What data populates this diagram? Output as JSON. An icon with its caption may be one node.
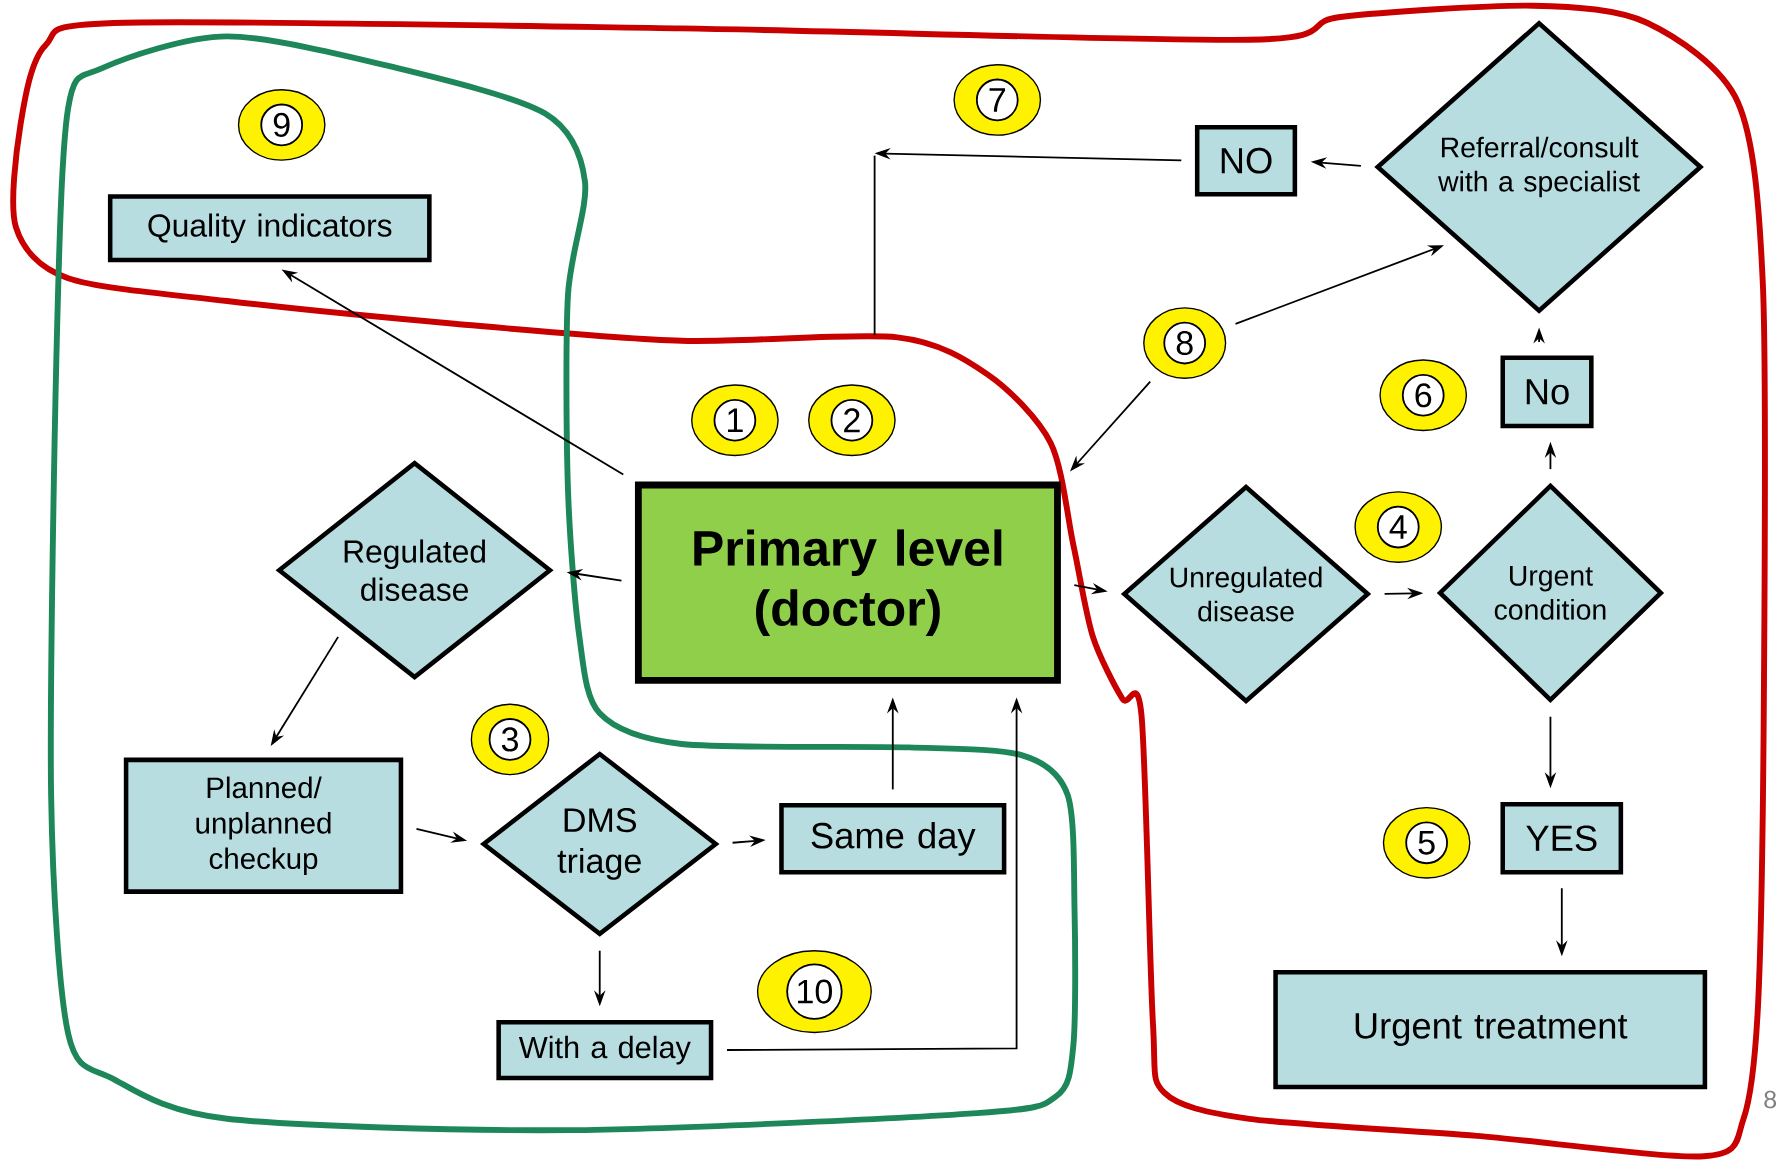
{
  "diagram": {
    "nodes": [
      {
        "text": [
          "Quality indicators"
        ]
      },
      {
        "text": [
          "9"
        ]
      },
      {
        "text": [
          "7"
        ]
      },
      {
        "text": [
          "NO"
        ]
      },
      {
        "text": [
          "Referral/consult with a specialist"
        ]
      },
      {
        "text": [
          "8"
        ]
      },
      {
        "text": [
          "1"
        ]
      },
      {
        "text": [
          "2"
        ]
      },
      {
        "text": [
          "6"
        ]
      },
      {
        "text": [
          "No"
        ]
      },
      {
        "text": [
          "Regulated disease"
        ]
      },
      {
        "text": [
          "Primary level (doctor)"
        ]
      },
      {
        "text": [
          "Unregulated disease"
        ]
      },
      {
        "text": [
          "4"
        ]
      },
      {
        "text": [
          "Urgent condition"
        ]
      },
      {
        "text": [
          "3"
        ]
      },
      {
        "text": [
          "Planned/ unplanned checkup"
        ]
      },
      {
        "text": [
          "DMS triage"
        ]
      },
      {
        "text": [
          "Same day"
        ]
      },
      {
        "text": [
          "5"
        ]
      },
      {
        "text": [
          "YES"
        ]
      },
      {
        "text": [
          "10"
        ]
      },
      {
        "text": [
          "With a delay"
        ]
      },
      {
        "text": [
          "Urgent treatment"
        ]
      }
    ],
    "edges": [
      {
        "from": 11,
        "to": 0,
        "arrow": "to"
      },
      {
        "from": 11,
        "to": 10,
        "arrow": "to"
      },
      {
        "from": 10,
        "to": 16,
        "arrow": "to"
      },
      {
        "from": 16,
        "to": 17,
        "arrow": "to"
      },
      {
        "from": 17,
        "to": 18,
        "arrow": "to"
      },
      {
        "from": 17,
        "to": 22,
        "arrow": "to"
      },
      {
        "from": 18,
        "to": 11,
        "arrow": "to"
      },
      {
        "from": 22,
        "to": 11,
        "arrow": "to"
      },
      {
        "from": 11,
        "to": 12,
        "arrow": "to"
      },
      {
        "from": 12,
        "to": 14,
        "arrow": "to"
      },
      {
        "from": 14,
        "to": 9,
        "arrow": "to"
      },
      {
        "from": 9,
        "to": 4,
        "arrow": "to"
      },
      {
        "from": 4,
        "to": 3,
        "arrow": "to"
      },
      {
        "from": 3,
        "to": null,
        "arrow": "to"
      },
      {
        "from": 14,
        "to": 20,
        "arrow": "to"
      },
      {
        "from": 20,
        "to": 23,
        "arrow": "to"
      },
      {
        "from": 5,
        "to": 11,
        "arrow": "to"
      },
      {
        "from": 5,
        "to": 4,
        "arrow": "to"
      }
    ],
    "labels": [
      "8"
    ]
  }
}
